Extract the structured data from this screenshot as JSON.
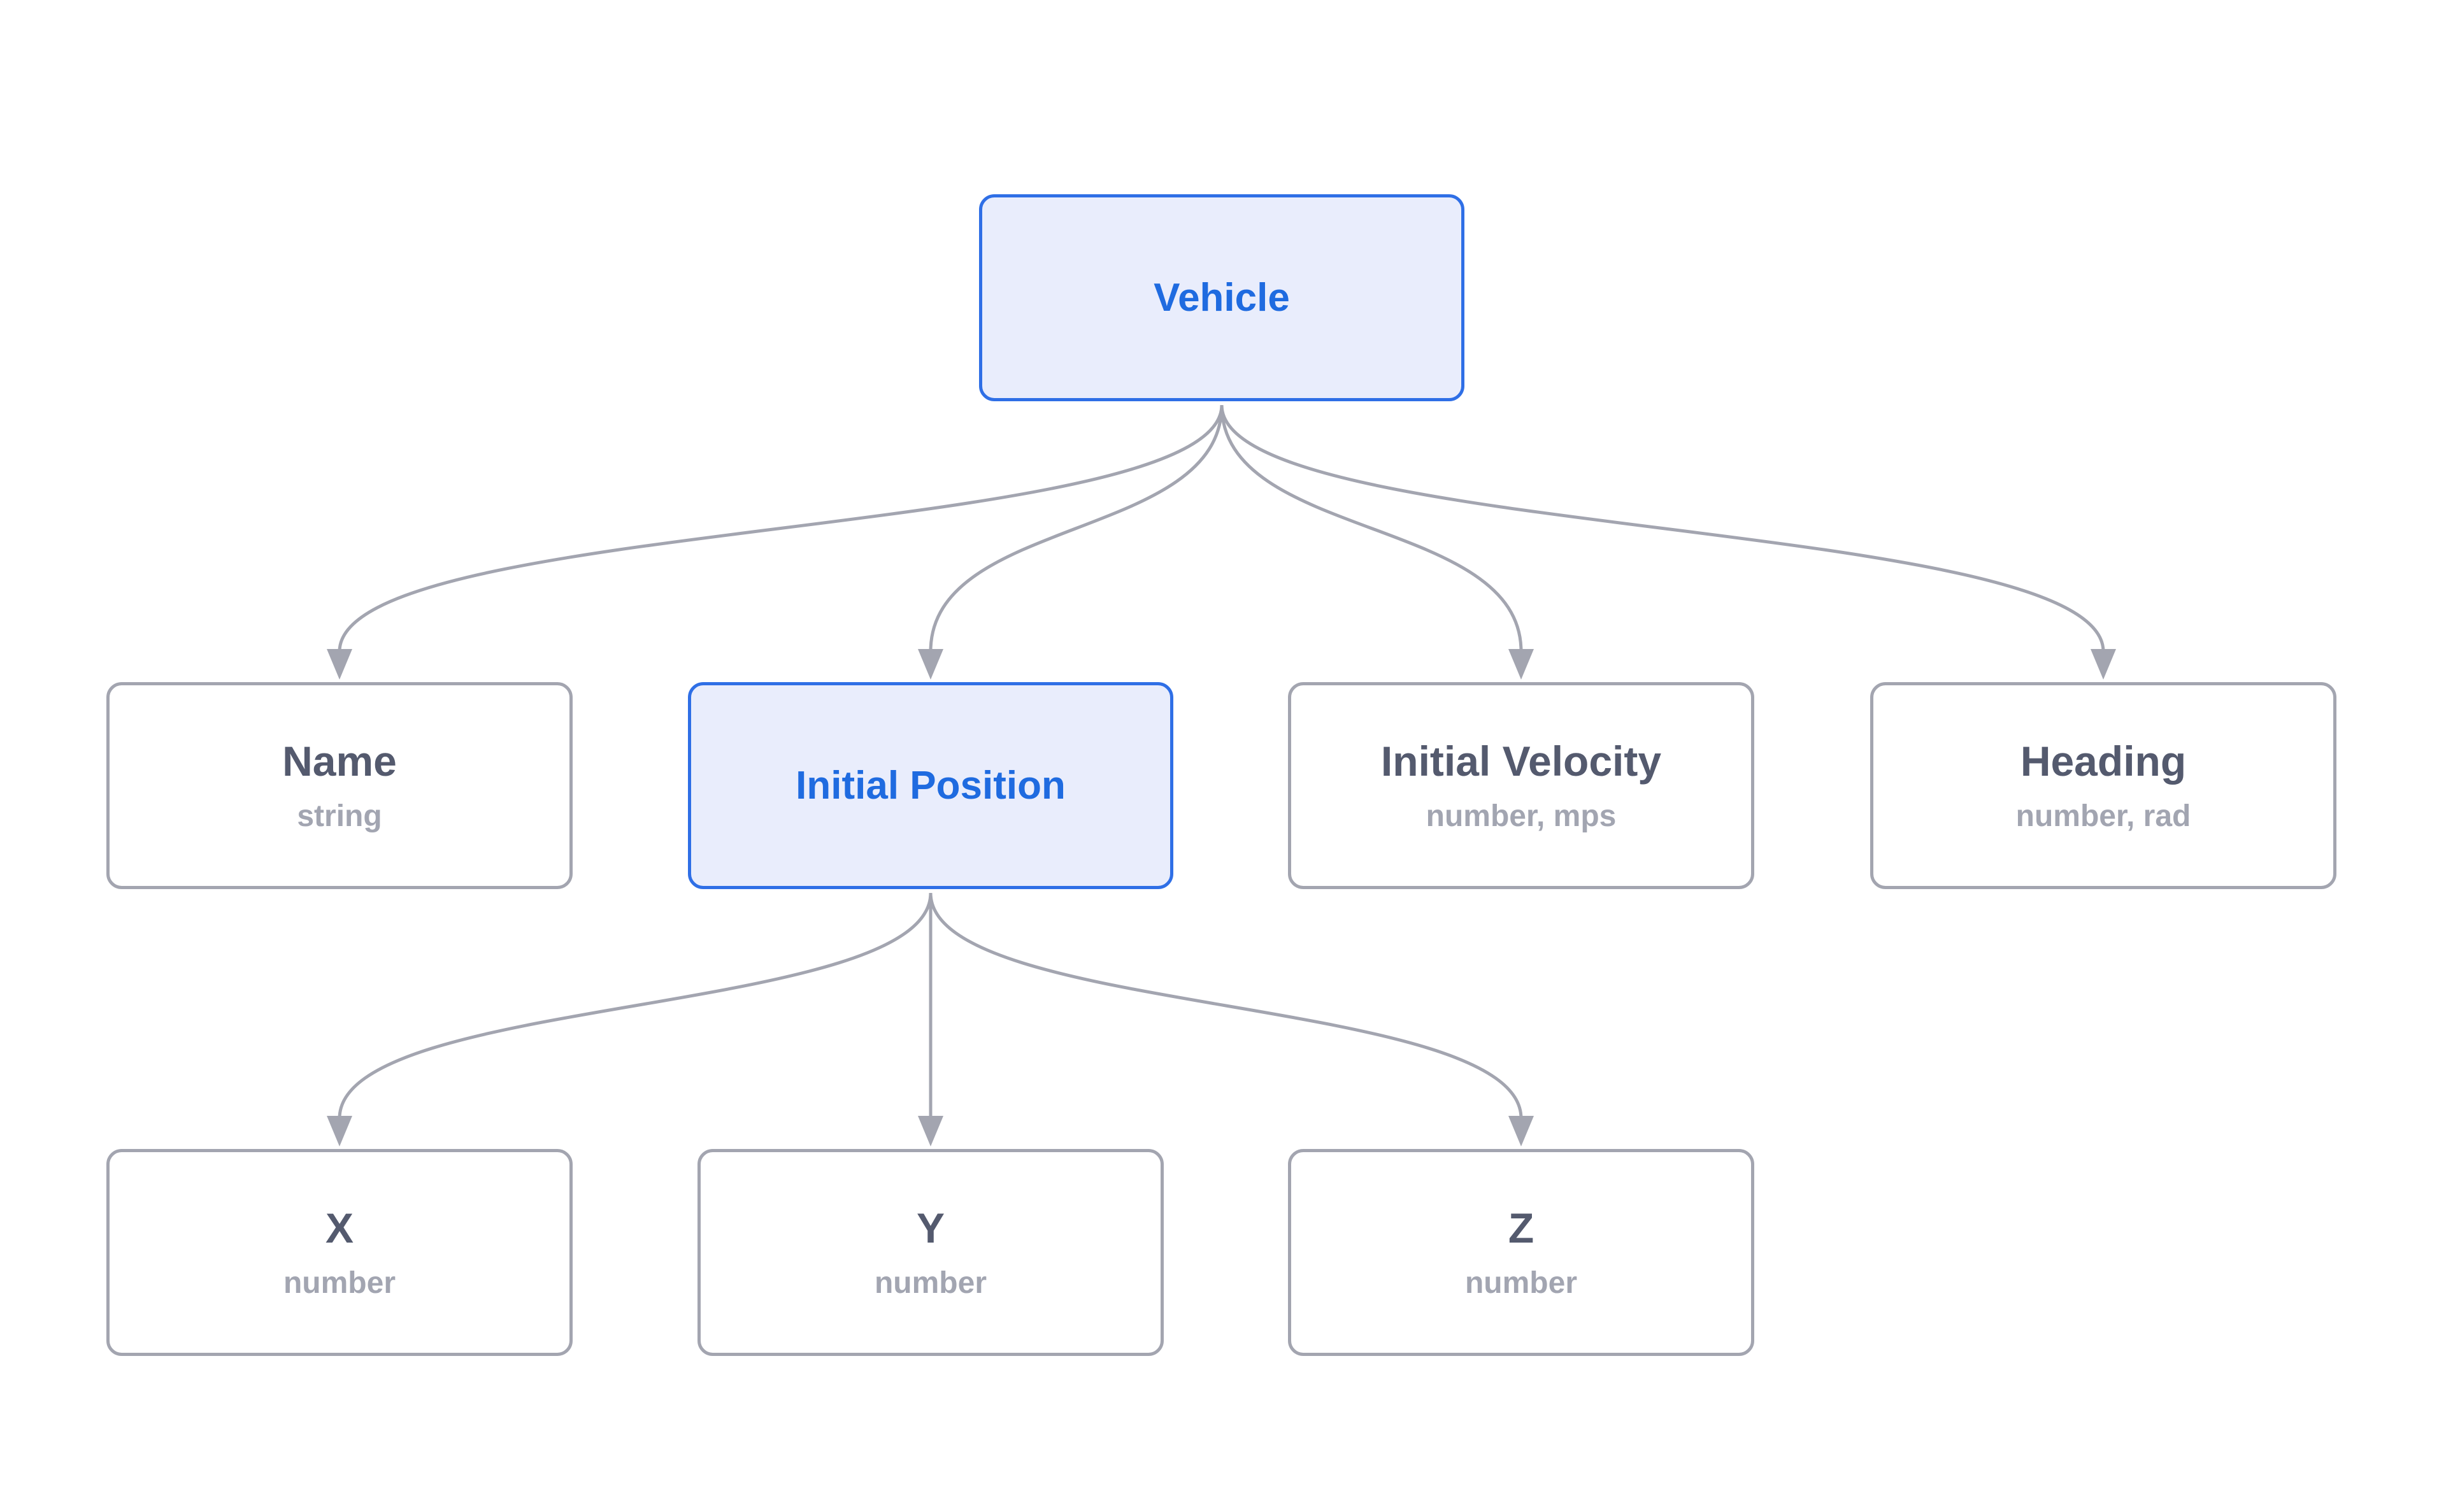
{
  "colors": {
    "edge": "#a3a5b0",
    "node_border": "#a3a5b0",
    "highlight_border": "#2f6fe6",
    "highlight_fill": "#e9edfc",
    "highlight_text": "#1f6be0",
    "title_text": "#545a6e",
    "subtitle_text": "#a2a5b1"
  },
  "nodes": {
    "vehicle": {
      "title": "Vehicle"
    },
    "name": {
      "title": "Name",
      "type": "string"
    },
    "initial_position": {
      "title": "Initial Position"
    },
    "initial_velocity": {
      "title": "Initial Velocity",
      "type": "number, mps"
    },
    "heading": {
      "title": "Heading",
      "type": "number, rad"
    },
    "x": {
      "title": "X",
      "type": "number"
    },
    "y": {
      "title": "Y",
      "type": "number"
    },
    "z": {
      "title": "Z",
      "type": "number"
    }
  },
  "edges": [
    {
      "from": "vehicle",
      "to": "name"
    },
    {
      "from": "vehicle",
      "to": "initial_position"
    },
    {
      "from": "vehicle",
      "to": "initial_velocity"
    },
    {
      "from": "vehicle",
      "to": "heading"
    },
    {
      "from": "initial_position",
      "to": "x"
    },
    {
      "from": "initial_position",
      "to": "y"
    },
    {
      "from": "initial_position",
      "to": "z"
    }
  ]
}
